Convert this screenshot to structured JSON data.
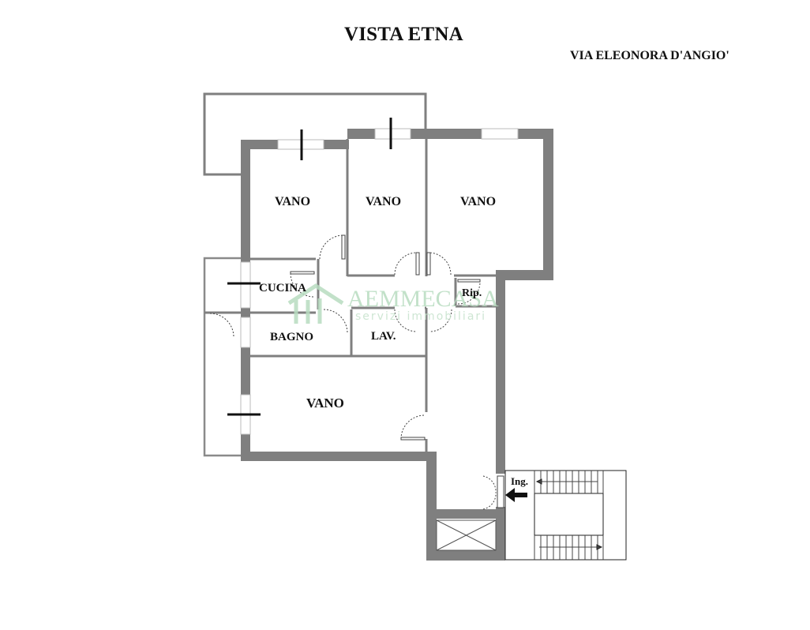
{
  "header": {
    "title": "VISTA ETNA",
    "address": "VIA ELEONORA D'ANGIO'"
  },
  "rooms": [
    {
      "id": "vano-1",
      "label": "VANO"
    },
    {
      "id": "vano-2",
      "label": "VANO"
    },
    {
      "id": "vano-3",
      "label": "VANO"
    },
    {
      "id": "cucina",
      "label": "CUCINA"
    },
    {
      "id": "bagno",
      "label": "BAGNO"
    },
    {
      "id": "lavanderia",
      "label": "LAV."
    },
    {
      "id": "ripostiglio",
      "label": "Rip."
    },
    {
      "id": "vano-4",
      "label": "VANO"
    },
    {
      "id": "ingresso",
      "label": "Ing."
    }
  ],
  "watermark": {
    "brand": "AEMMECASA",
    "tagline": "servizi immobiliari"
  },
  "colors": {
    "wall": "#7f7f7f",
    "thin_wall": "#8a8a8a",
    "watermark": "#b8dcc0",
    "text": "#111111"
  }
}
